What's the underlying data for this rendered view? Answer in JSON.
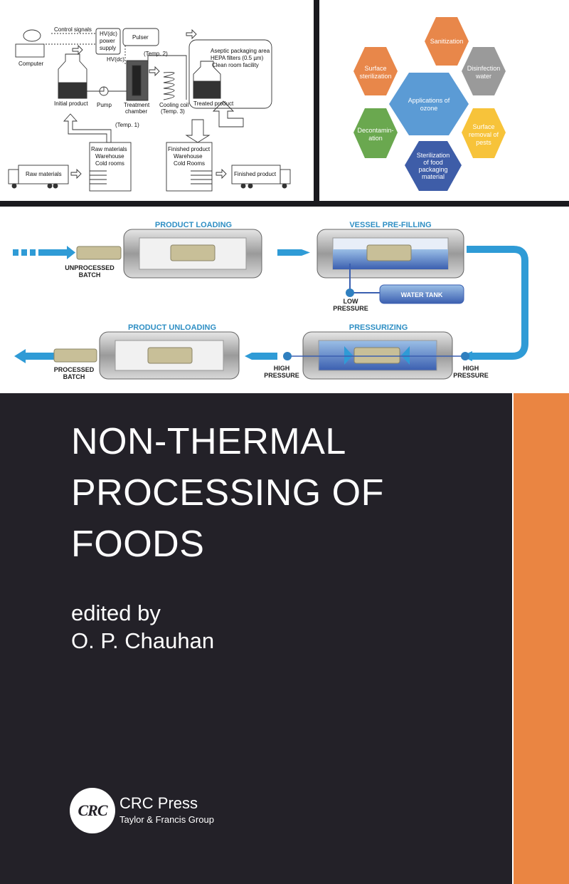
{
  "pef_diagram": {
    "computer": "Computer",
    "control_signals": "Control signals",
    "hv_supply_1": "HV(dc)",
    "hv_supply_2": "power",
    "hv_supply_3": "supply",
    "pulser": "Pulser",
    "hv_dc": "HV(dc)",
    "temp2": "(Temp. 2)",
    "aseptic_1": "Aseptic packaging area",
    "aseptic_2": "HEPA filters (0.5 µm)",
    "aseptic_3": "Clean room facility",
    "initial_product": "Initial product",
    "pump": "Pump",
    "treatment_1": "Treatment",
    "treatment_2": "chamber",
    "cooling_1": "Cooling coil",
    "cooling_2": "(Temp. 3)",
    "treated_product": "Treated product",
    "temp1": "(Temp. 1)",
    "raw_wh_1": "Raw materials",
    "raw_wh_2": "Warehouse",
    "raw_wh_3": "Cold rooms",
    "fin_wh_1": "Finished product",
    "fin_wh_2": "Warehouse",
    "fin_wh_3": "Cold Rooms",
    "raw_materials": "Raw materials",
    "finished_product": "Finished product"
  },
  "ozone_diagram": {
    "center_1": "Applications of",
    "center_2": "ozone",
    "sanitization": "Sanitization",
    "surface_ster_1": "Surface",
    "surface_ster_2": "sterilization",
    "disinfection_1": "Disinfection",
    "disinfection_2": "water",
    "decon_1": "Decontamin-",
    "decon_2": "ation",
    "pests_1": "Surface",
    "pests_2": "removal of",
    "pests_3": "pests",
    "sterilization_pkg_1": "Sterilization",
    "sterilization_pkg_2": "of food",
    "sterilization_pkg_3": "packaging",
    "sterilization_pkg_4": "material",
    "colors": {
      "orange": "#e8874a",
      "grey": "#9a9a9a",
      "blue": "#5b9bd5",
      "green": "#6aa84f",
      "yellow": "#f7c33a",
      "navy": "#3e5da8"
    }
  },
  "hpp_diagram": {
    "product_loading": "PRODUCT LOADING",
    "vessel_prefilling": "VESSEL PRE-FILLING",
    "product_unloading": "PRODUCT UNLOADING",
    "pressurizing": "PRESSURIZING",
    "unprocessed_1": "UNPROCESSED",
    "unprocessed_2": "BATCH",
    "low_pressure_1": "LOW",
    "low_pressure_2": "PRESSURE",
    "water_tank": "WATER TANK",
    "processed_1": "PROCESSED",
    "processed_2": "BATCH",
    "high_pressure_1": "HIGH",
    "high_pressure_2": "PRESSURE",
    "high_pressure_3": "HIGH",
    "high_pressure_4": "PRESSURE",
    "colors": {
      "heading": "#2f8fc4",
      "arrow": "#2f9bd6"
    }
  },
  "cover": {
    "title_line1": "NON-THERMAL",
    "title_line2": "PROCESSING OF",
    "title_line3": "FOODS",
    "edited_by": "edited by",
    "editor": "O. P. Chauhan",
    "publisher_logo": "CRC",
    "publisher": "CRC Press",
    "publisher_group": "Taylor & Francis Group",
    "colors": {
      "background": "#232128",
      "accent": "#ea8542"
    }
  }
}
